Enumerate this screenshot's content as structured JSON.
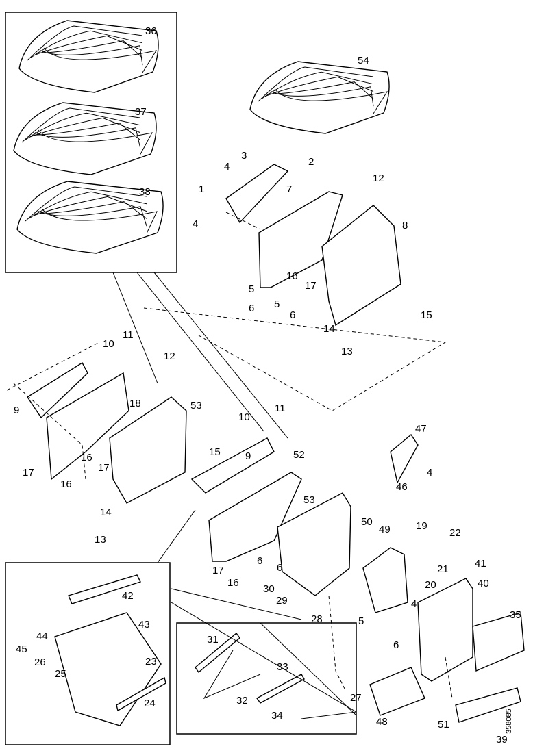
{
  "diagram": {
    "drawing_number": "358085",
    "callouts": [
      "36",
      "37",
      "38",
      "54",
      "2",
      "3",
      "4",
      "1",
      "4",
      "7",
      "12",
      "8",
      "5",
      "6",
      "5",
      "6",
      "16",
      "17",
      "14",
      "13",
      "15",
      "11",
      "10",
      "9",
      "18",
      "12",
      "53",
      "17",
      "16",
      "17",
      "16",
      "15",
      "10",
      "11",
      "9",
      "52",
      "14",
      "13",
      "47",
      "4",
      "46",
      "53",
      "50",
      "49",
      "19",
      "22",
      "41",
      "21",
      "20",
      "40",
      "6",
      "6",
      "17",
      "16",
      "30",
      "29",
      "28",
      "5",
      "4",
      "6",
      "35",
      "27",
      "48",
      "51",
      "39",
      "42",
      "43",
      "44",
      "45",
      "26",
      "23",
      "25",
      "24",
      "31",
      "33",
      "32",
      "34"
    ],
    "colors": {
      "line": "#000000",
      "background": "#ffffff"
    }
  }
}
